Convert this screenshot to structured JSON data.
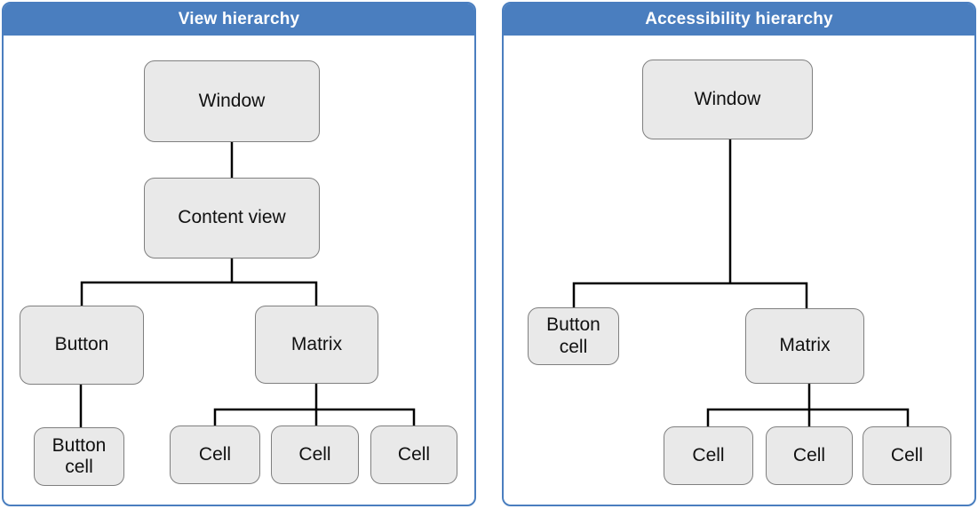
{
  "panels": {
    "left": {
      "title": "View hierarchy",
      "nodes": {
        "window": "Window",
        "content_view": "Content view",
        "button": "Button",
        "matrix": "Matrix",
        "button_cell": "Button cell",
        "cell1": "Cell",
        "cell2": "Cell",
        "cell3": "Cell"
      }
    },
    "right": {
      "title": "Accessibility hierarchy",
      "nodes": {
        "window": "Window",
        "button_cell": "Button cell",
        "matrix": "Matrix",
        "cell1": "Cell",
        "cell2": "Cell",
        "cell3": "Cell"
      }
    }
  },
  "colors": {
    "header_blue": "#4a7ebf",
    "panel_border": "#4a7ebf",
    "node_fill": "#e9e9e9",
    "node_border": "#7f7f7f",
    "connector": "#000000",
    "title_text": "#ffffff",
    "node_text": "#111111"
  }
}
